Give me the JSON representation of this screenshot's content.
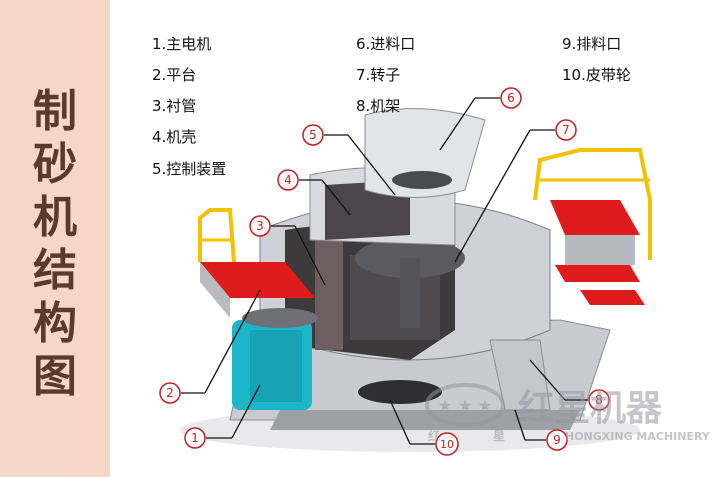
{
  "title_chars": [
    "制",
    "砂",
    "机",
    "结",
    "构",
    "图"
  ],
  "legend": [
    "1.主电机",
    "2.平台",
    "3.衬管",
    "4.机壳",
    "5.控制装置",
    "6.进料口",
    "7.转子",
    "8.机架",
    "9.排料口",
    "10.皮带轮"
  ],
  "callouts": [
    "1",
    "2",
    "3",
    "4",
    "5",
    "6",
    "7",
    "8",
    "9",
    "10"
  ],
  "watermark": {
    "brand_cn": "红星机器",
    "brand_en": "HONGXING MACHINERY",
    "sub_left": "红",
    "sub_mid": "星"
  },
  "colors": {
    "accent_red": "#c81e1e",
    "motor_cyan": "#1bb6c8",
    "platform_red": "#e01b1b",
    "railing_yellow": "#f2c200",
    "panel_peach": "#f6d7c7"
  }
}
